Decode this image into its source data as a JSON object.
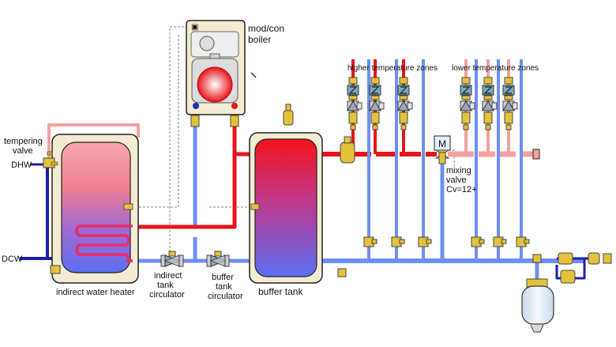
{
  "labels": {
    "boiler": [
      "mod/con",
      "boiler"
    ],
    "tempering_valve": [
      "tempering",
      "valve"
    ],
    "dhw": "DHW",
    "dcw": "DCW",
    "higher_zones": "higher temperature zones",
    "lower_zones": "lower temperature zones",
    "mixing_valve": [
      "mixing",
      "valve",
      "Cv=12+"
    ],
    "motor": "M",
    "indirect_heater": "indirect water heater",
    "indirect_circ": [
      "indirect",
      "tank",
      "circulator"
    ],
    "buffer_circ": [
      "buffer",
      "tank",
      "circulator"
    ],
    "buffer_tank": "buffer tank"
  },
  "colors": {
    "hot_pipe": "#e8141b",
    "cold_pipe": "#6f8ff0",
    "warm_pipe": "#f5a0a0",
    "dcw_pipe": "#1f1fa8",
    "brass": "#e3c23a",
    "tank_shell": "#f3ecd2",
    "expansion_tank": "#dfeaf6"
  },
  "icons": [
    "circulator-icon",
    "ball-valve-icon",
    "air-vent-icon",
    "zone-valve-icon",
    "mixing-valve-icon",
    "expansion-tank-icon"
  ]
}
